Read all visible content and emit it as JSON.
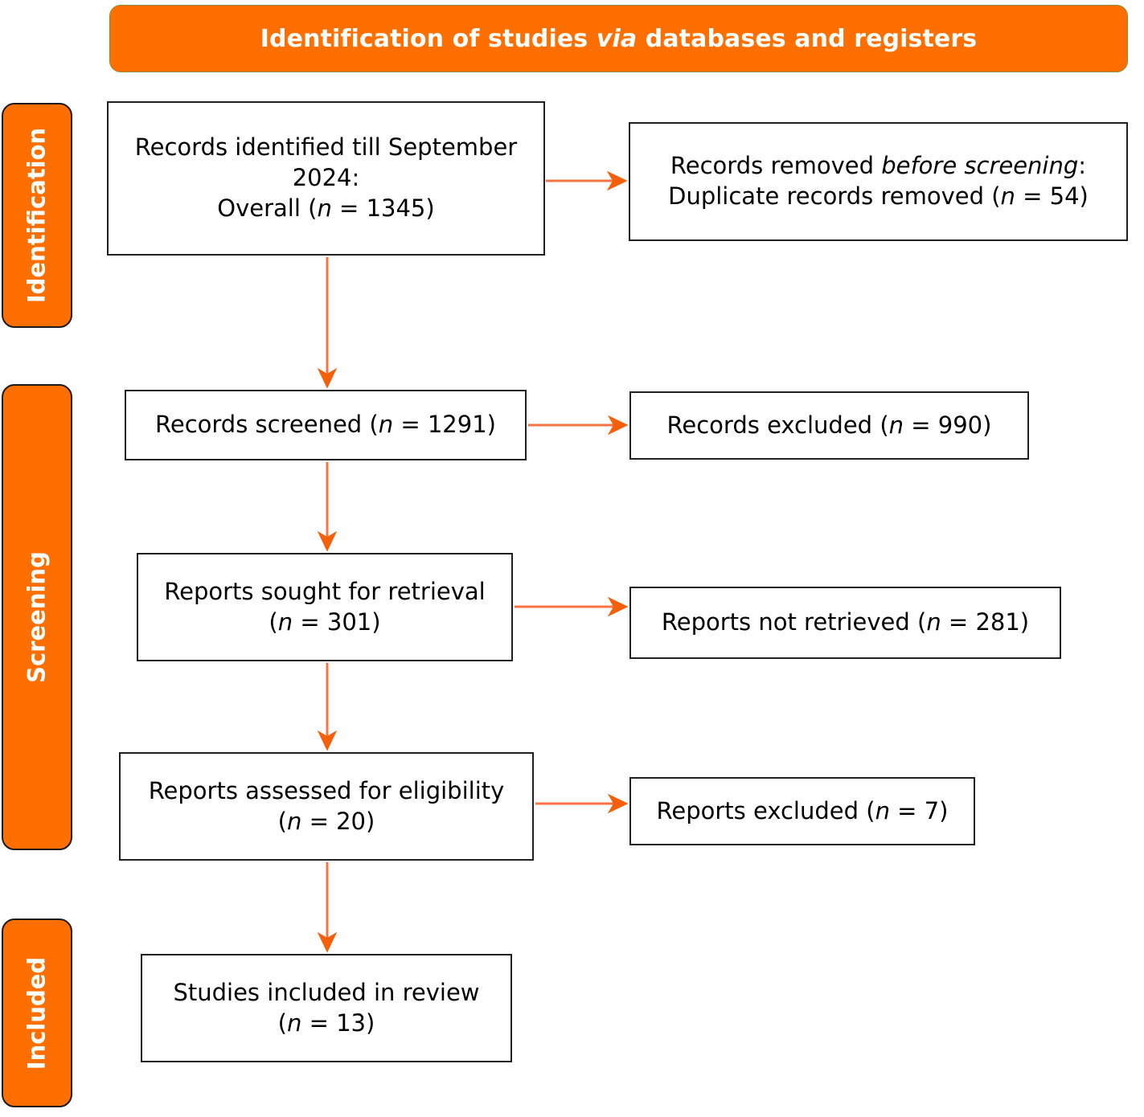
{
  "header": {
    "title_part1": "Identification of studies ",
    "title_italic": "via",
    "title_part2": " databases and registers"
  },
  "stages": [
    {
      "id": "identification",
      "label": "Identification"
    },
    {
      "id": "screening",
      "label": "Screening"
    },
    {
      "id": "included",
      "label": "Included"
    }
  ],
  "boxes": {
    "identified": {
      "line1": "Records identified till September",
      "line2": "2024:",
      "line3_pre": "Overall (",
      "line3_n": "n",
      "line3_post": " = 1345)"
    },
    "removed": {
      "line1_pre": "Records removed ",
      "line1_italic": "before screening",
      "line1_post": ":",
      "line2_pre": "Duplicate records removed (",
      "line2_n": "n",
      "line2_post": " = 54)"
    },
    "screened": {
      "line1_pre": "Records screened (",
      "line1_n": "n",
      "line1_post": " = 1291)"
    },
    "excluded_records": {
      "line1_pre": "Records excluded (",
      "line1_n": "n",
      "line1_post": " = 990)"
    },
    "sought": {
      "line1": "Reports sought for retrieval",
      "line2_pre": "(",
      "line2_n": "n",
      "line2_post": " = 301)"
    },
    "not_retrieved": {
      "line1_pre": "Reports not retrieved (",
      "line1_n": "n",
      "line1_post": " = 281)"
    },
    "assessed": {
      "line1": "Reports assessed for eligibility",
      "line2_pre": "(",
      "line2_n": "n",
      "line2_post": " = 20)"
    },
    "excluded_reports": {
      "line1_pre": "Reports excluded (",
      "line1_n": "n",
      "line1_post": " = 7)"
    },
    "included": {
      "line1": "Studies included in review",
      "line2_pre": "(",
      "line2_n": "n",
      "line2_post": " = 13)"
    }
  },
  "chart_data": {
    "type": "diagram",
    "title": "Identification of studies via databases and registers",
    "diagram_kind": "PRISMA-flow-diagram",
    "stages": [
      "Identification",
      "Screening",
      "Included"
    ],
    "nodes": [
      {
        "id": "identified",
        "stage": "Identification",
        "label": "Records identified till September 2024: Overall",
        "n": 1345,
        "column": "main"
      },
      {
        "id": "removed",
        "stage": "Identification",
        "label": "Records removed before screening: Duplicate records removed",
        "n": 54,
        "column": "side"
      },
      {
        "id": "screened",
        "stage": "Screening",
        "label": "Records screened",
        "n": 1291,
        "column": "main"
      },
      {
        "id": "excluded_records",
        "stage": "Screening",
        "label": "Records excluded",
        "n": 990,
        "column": "side"
      },
      {
        "id": "sought",
        "stage": "Screening",
        "label": "Reports sought for retrieval",
        "n": 301,
        "column": "main"
      },
      {
        "id": "not_retrieved",
        "stage": "Screening",
        "label": "Reports not retrieved",
        "n": 281,
        "column": "side"
      },
      {
        "id": "assessed",
        "stage": "Screening",
        "label": "Reports assessed for eligibility",
        "n": 20,
        "column": "main"
      },
      {
        "id": "excluded_reports",
        "stage": "Screening",
        "label": "Reports excluded",
        "n": 7,
        "column": "side"
      },
      {
        "id": "included",
        "stage": "Included",
        "label": "Studies included in review",
        "n": 13,
        "column": "main"
      }
    ],
    "edges": [
      {
        "from": "identified",
        "to": "removed",
        "direction": "right"
      },
      {
        "from": "identified",
        "to": "screened",
        "direction": "down"
      },
      {
        "from": "screened",
        "to": "excluded_records",
        "direction": "right"
      },
      {
        "from": "screened",
        "to": "sought",
        "direction": "down"
      },
      {
        "from": "sought",
        "to": "not_retrieved",
        "direction": "right"
      },
      {
        "from": "sought",
        "to": "assessed",
        "direction": "down"
      },
      {
        "from": "assessed",
        "to": "excluded_reports",
        "direction": "right"
      },
      {
        "from": "assessed",
        "to": "included",
        "direction": "down"
      }
    ]
  },
  "colors": {
    "banner": "#ff6f00",
    "arrow_line": "#ff7043",
    "arrow_head": "#f4600a",
    "box_border": "#202020",
    "banner_text": "#ffffff"
  }
}
